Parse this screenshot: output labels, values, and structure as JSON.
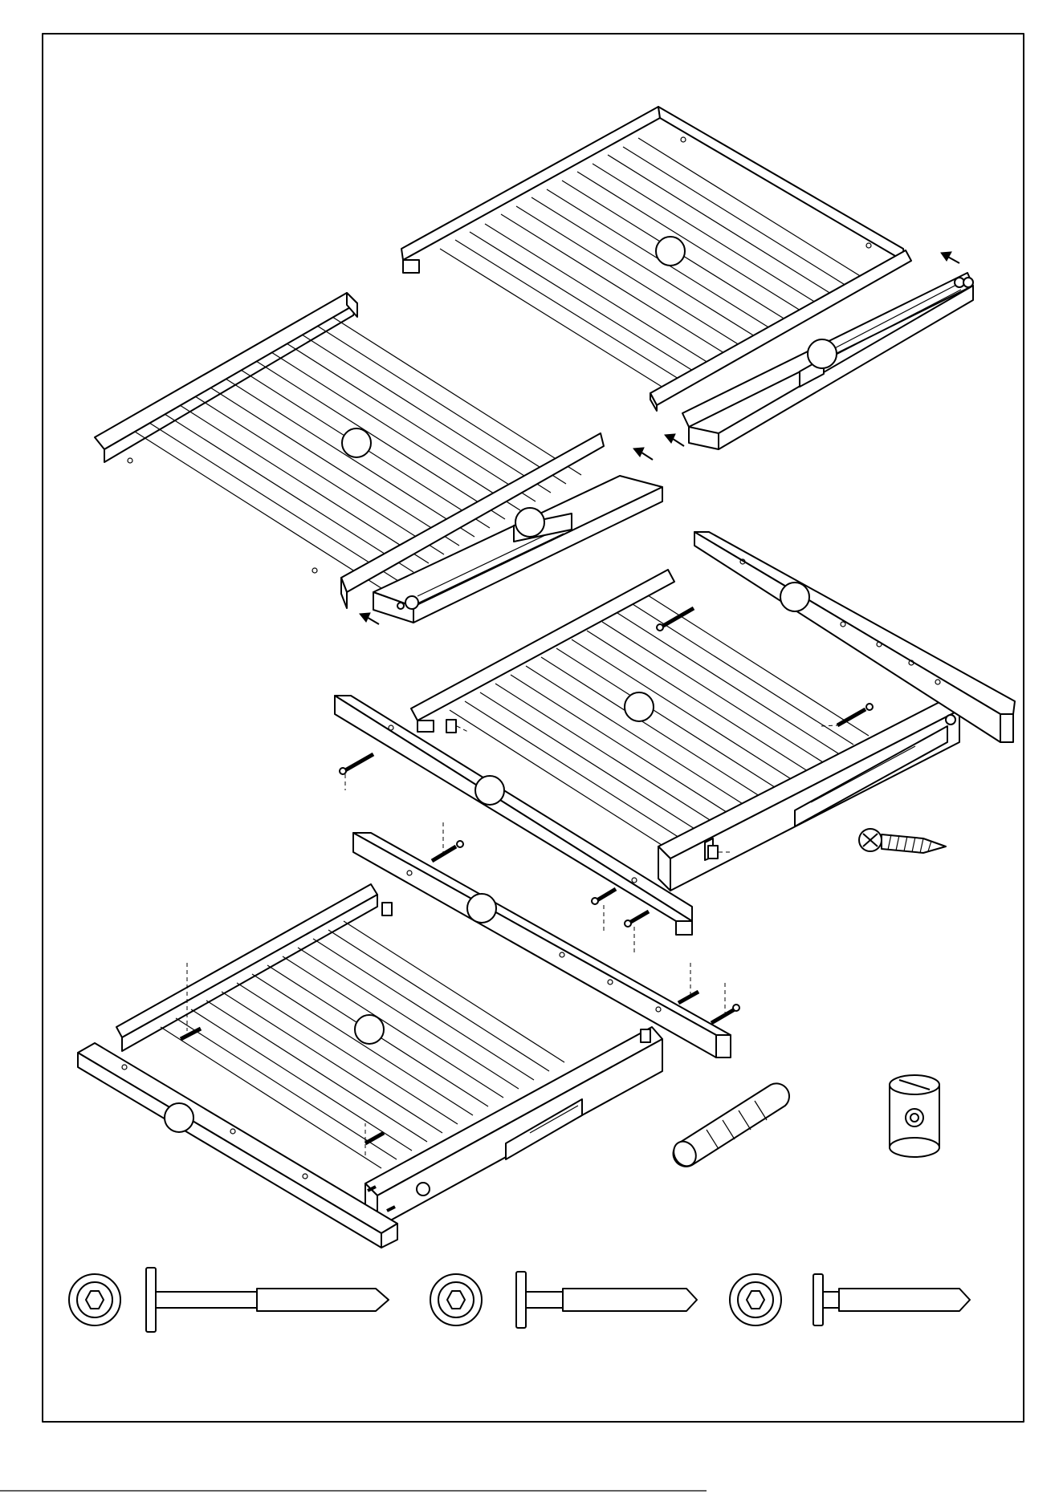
{
  "diagram": {
    "background": "#ffffff",
    "ink": "#000000",
    "frame": true,
    "callouts_blank": true,
    "parts": [
      {
        "id": "headboard",
        "icon": "slatted-panel-icon"
      },
      {
        "id": "footboard",
        "icon": "slatted-panel-icon"
      },
      {
        "id": "drawer-side-rail",
        "icon": "rail-with-drawer-runner-icon"
      },
      {
        "id": "side-rail",
        "icon": "drilled-rail-icon"
      },
      {
        "id": "wood-screw",
        "icon": "phillips-screw-icon"
      },
      {
        "id": "wooden-dowel",
        "icon": "dowel-icon"
      },
      {
        "id": "cam-nut",
        "icon": "barrel-nut-icon"
      },
      {
        "id": "bolt-long",
        "icon": "hex-bolt-icon"
      },
      {
        "id": "bolt-medium",
        "icon": "hex-bolt-icon"
      },
      {
        "id": "bolt-short",
        "icon": "hex-bolt-icon"
      }
    ]
  }
}
